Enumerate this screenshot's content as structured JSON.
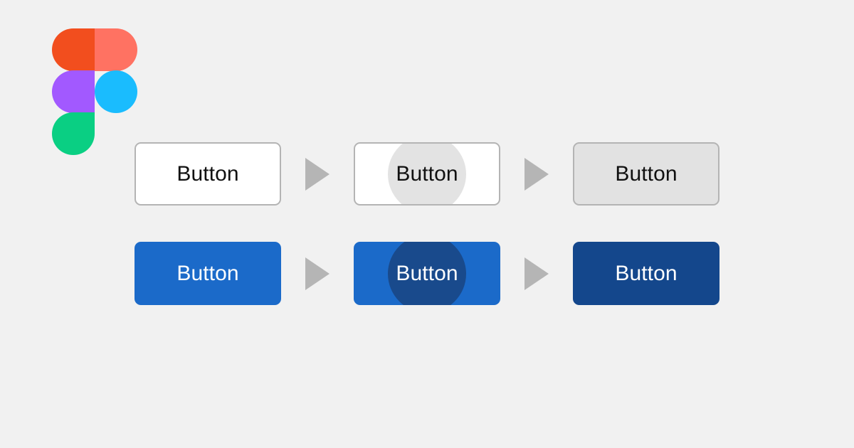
{
  "background_color": "#f1f1f1",
  "logo": {
    "name": "figma-logo",
    "shapes": [
      {
        "name": "top-left",
        "color": "#f24e1e"
      },
      {
        "name": "top-right",
        "color": "#ff7262"
      },
      {
        "name": "middle-left",
        "color": "#a259ff"
      },
      {
        "name": "middle-right",
        "color": "#1abcfe"
      },
      {
        "name": "bottom-left",
        "color": "#0acf83"
      }
    ]
  },
  "arrow": {
    "icon": "play-triangle-right-icon",
    "color": "#b5b5b5"
  },
  "rows": [
    {
      "name": "outlined-button-states",
      "style": "outlined",
      "buttons": [
        {
          "label": "Button",
          "state": "default",
          "background": "#ffffff",
          "border": "#b4b4b4",
          "text_color": "#111111",
          "ripple": false
        },
        {
          "label": "Button",
          "state": "ripple",
          "background": "#ffffff",
          "border": "#b4b4b4",
          "text_color": "#111111",
          "ripple": true,
          "ripple_color": "#e3e3e3"
        },
        {
          "label": "Button",
          "state": "pressed",
          "background": "#e2e2e2",
          "border": "#b4b4b4",
          "text_color": "#111111",
          "ripple": false
        }
      ]
    },
    {
      "name": "filled-button-states",
      "style": "filled",
      "buttons": [
        {
          "label": "Button",
          "state": "default",
          "background": "#1b6ac9",
          "border": "none",
          "text_color": "#ffffff",
          "ripple": false
        },
        {
          "label": "Button",
          "state": "ripple",
          "background": "#1b6ac9",
          "border": "none",
          "text_color": "#ffffff",
          "ripple": true,
          "ripple_color": "#194a8c"
        },
        {
          "label": "Button",
          "state": "pressed",
          "background": "#14478c",
          "border": "none",
          "text_color": "#ffffff",
          "ripple": false
        }
      ]
    }
  ]
}
